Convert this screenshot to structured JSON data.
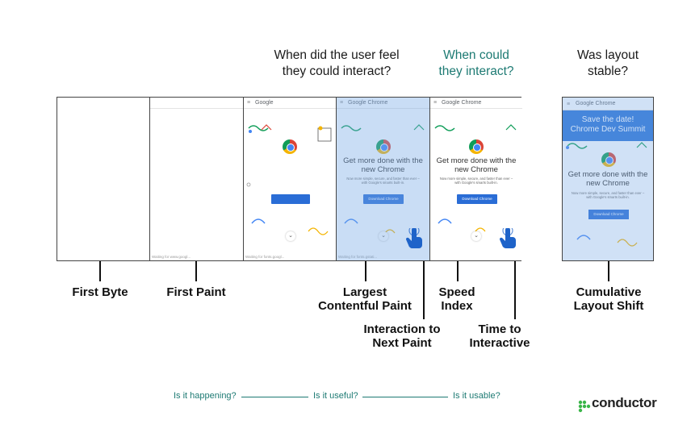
{
  "questions": {
    "feel": [
      "When did the user feel",
      "they could interact?"
    ],
    "could": [
      "When could",
      "they interact?"
    ],
    "stable": [
      "Was layout",
      "stable?"
    ]
  },
  "colors": {
    "teal": "#1d7a73",
    "chrome_blue": "#2a6dd6",
    "overlay": "#78aae6",
    "banner": "#2b73d6"
  },
  "frames": {
    "f3": {
      "brand": "Google",
      "footer": "Waiting for fonts.googl..."
    },
    "f2": {
      "footer": "Waiting for www.googl..."
    },
    "f4": {
      "brand": "Google Chrome",
      "headline": [
        "Get more done with the",
        "new Chrome"
      ],
      "subtext": [
        "Now more simple, secure, and faster than ever –",
        "with Google's smarts built-in."
      ],
      "button": "Download Chrome",
      "footer": "Waiting for fonts.gstati..."
    },
    "f5": {
      "brand": "Google Chrome",
      "headline": [
        "Get more done with the",
        "new Chrome"
      ],
      "subtext": [
        "Now more simple, secure, and faster than ever –",
        "with Google's smarts built-in."
      ],
      "button": "Download Chrome"
    }
  },
  "phone": {
    "brand": "Google Chrome",
    "banner": [
      "Save the date!",
      "Chrome Dev Summit"
    ],
    "headline": [
      "Get more done with the",
      "new Chrome"
    ],
    "subtext": [
      "Now more simple, secure, and faster than ever –",
      "with Google's smarts built-in."
    ],
    "button": "Download Chrome"
  },
  "metrics": {
    "first_byte": "First Byte",
    "first_paint": "First Paint",
    "lcp": [
      "Largest",
      "Contentful Paint"
    ],
    "speed_index": [
      "Speed",
      "Index"
    ],
    "inp": [
      "Interaction to",
      "Next Paint"
    ],
    "tti": [
      "Time to",
      "Interactive"
    ],
    "cls": [
      "Cumulative",
      "Layout Shift"
    ]
  },
  "scale": {
    "happening": "Is it happening?",
    "useful": "Is it useful?",
    "usable": "Is it usable?"
  },
  "brand": {
    "name": "conductor",
    "color": "#3bb54a"
  }
}
